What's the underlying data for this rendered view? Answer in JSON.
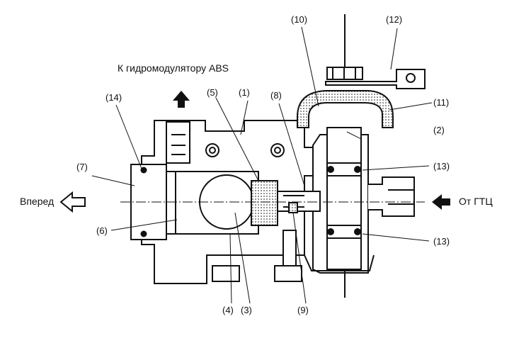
{
  "labels": {
    "top_arrow_caption": "К гидромодулятору ABS",
    "left_arrow_caption": "Вперед",
    "right_arrow_caption": "От ГТЦ",
    "callouts": {
      "c1": "(1)",
      "c2": "(2)",
      "c3": "(3)",
      "c4": "(4)",
      "c5": "(5)",
      "c6": "(6)",
      "c7": "(7)",
      "c8": "(8)",
      "c9": "(9)",
      "c10": "(10)",
      "c11": "(11)",
      "c12": "(12)",
      "c13a": "(13)",
      "c13b": "(13)",
      "c14": "(14)"
    }
  },
  "colors": {
    "ink": "#111111",
    "background": "#ffffff",
    "fill_dots": "#d9d9d9"
  }
}
